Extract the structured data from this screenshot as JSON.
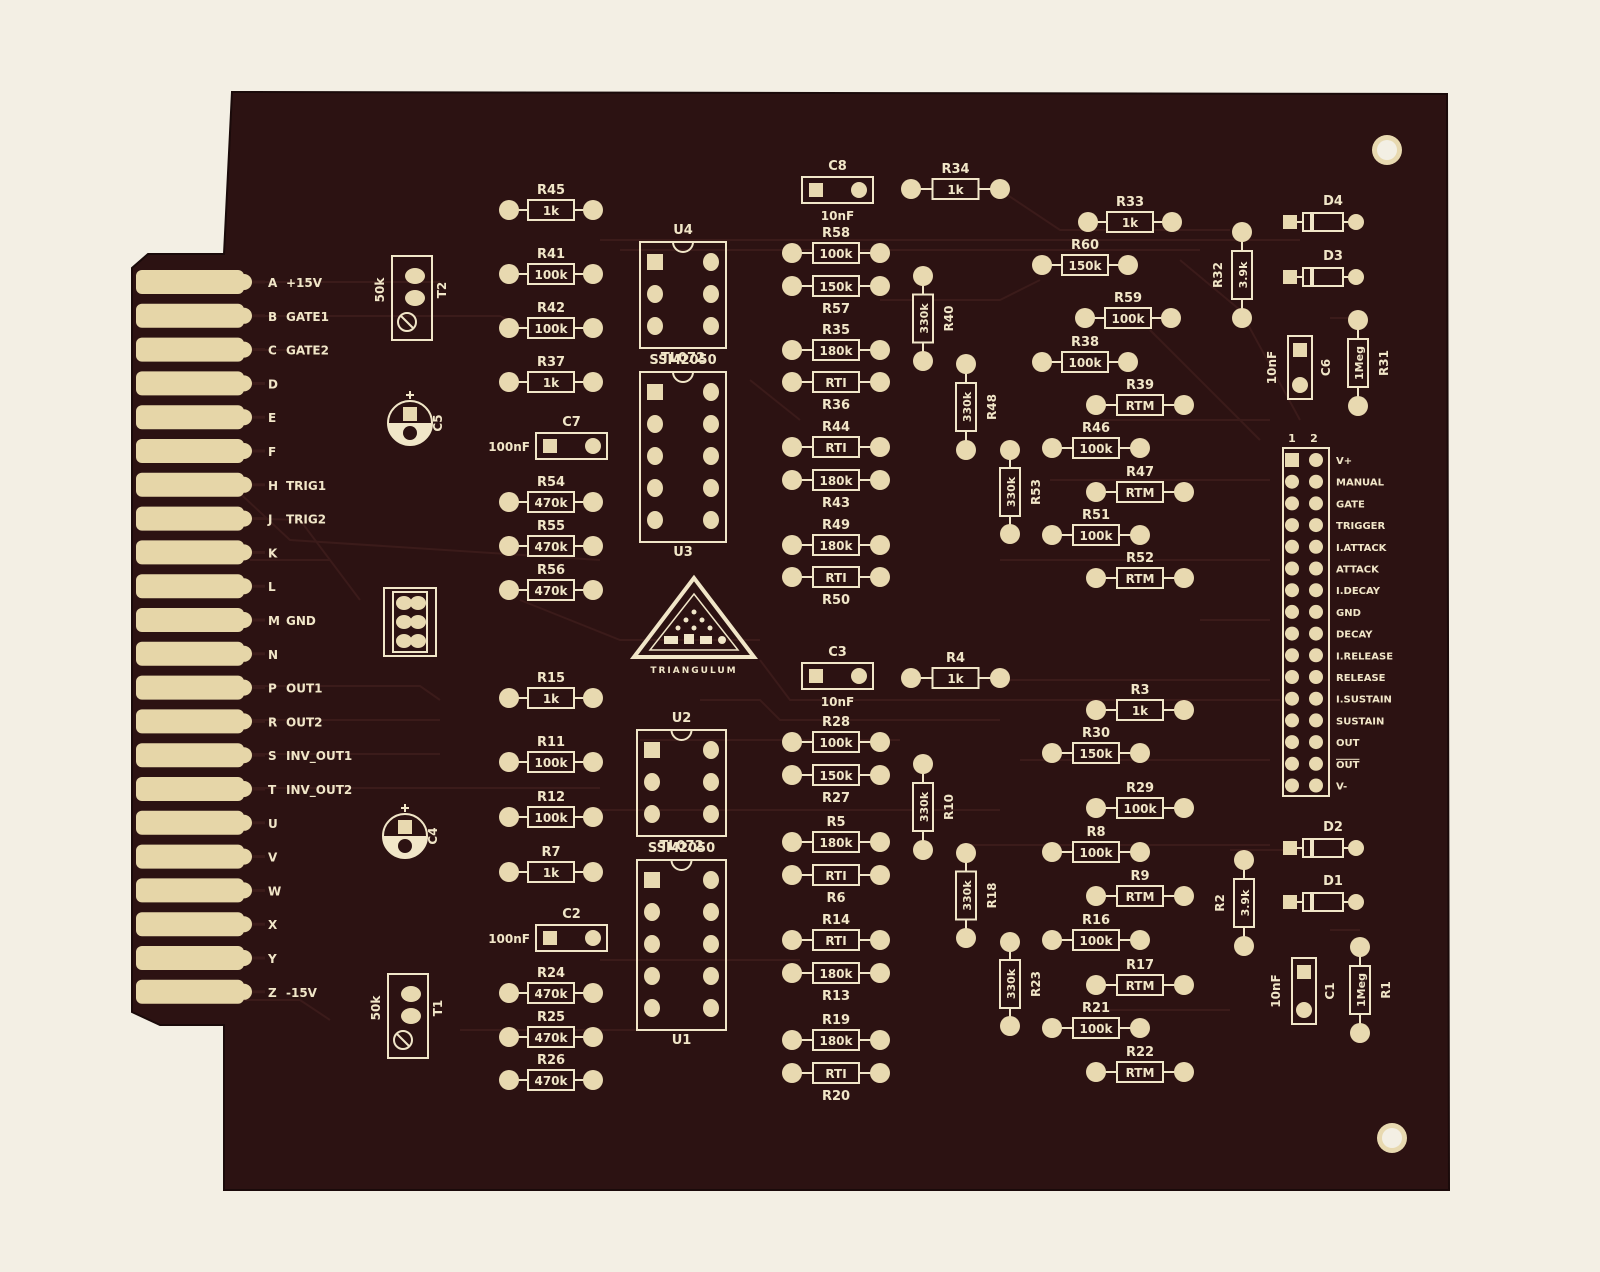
{
  "colors": {
    "background": "#f3efe4",
    "board": "#2c1212",
    "trace": "#3b1b1a",
    "pad": "#e8d9b0",
    "silkscreen": "#f1e6c8",
    "gold_finger": "#e6d6a8"
  },
  "edge_connector": {
    "pins": [
      {
        "letter": "A",
        "signal": "+15V"
      },
      {
        "letter": "B",
        "signal": "GATE1"
      },
      {
        "letter": "C",
        "signal": "GATE2"
      },
      {
        "letter": "D",
        "signal": ""
      },
      {
        "letter": "E",
        "signal": ""
      },
      {
        "letter": "F",
        "signal": ""
      },
      {
        "letter": "H",
        "signal": "TRIG1"
      },
      {
        "letter": "J",
        "signal": "TRIG2"
      },
      {
        "letter": "K",
        "signal": ""
      },
      {
        "letter": "L",
        "signal": ""
      },
      {
        "letter": "M",
        "signal": "GND"
      },
      {
        "letter": "N",
        "signal": ""
      },
      {
        "letter": "P",
        "signal": "OUT1"
      },
      {
        "letter": "R",
        "signal": "OUT2"
      },
      {
        "letter": "S",
        "signal": "INV_OUT1"
      },
      {
        "letter": "T",
        "signal": "INV_OUT2"
      },
      {
        "letter": "U",
        "signal": ""
      },
      {
        "letter": "V",
        "signal": ""
      },
      {
        "letter": "W",
        "signal": ""
      },
      {
        "letter": "X",
        "signal": ""
      },
      {
        "letter": "Y",
        "signal": ""
      },
      {
        "letter": "Z",
        "signal": "-15V"
      }
    ]
  },
  "header": {
    "pin1": "1",
    "pin2": "2",
    "labels": [
      "V+",
      "MANUAL",
      "GATE",
      "TRIGGER",
      "I.ATTACK",
      "ATTACK",
      "I.DECAY",
      "GND",
      "DECAY",
      "I.RELEASE",
      "RELEASE",
      "I.SUSTAIN",
      "SUSTAIN",
      "OUT",
      "OUT",
      "V-"
    ]
  },
  "logo_text": "TRIANGULUM",
  "ics": {
    "U4": {
      "ref": "U4",
      "part": "TL072"
    },
    "U3": {
      "ref": "U3",
      "part": "SSM2050"
    },
    "U2": {
      "ref": "U2",
      "part": "TL072"
    },
    "U1": {
      "ref": "U1",
      "part": "SSM2050"
    }
  },
  "trimmers": {
    "T2": {
      "ref": "T2",
      "value": "50k"
    },
    "T1": {
      "ref": "T1",
      "value": "50k"
    }
  },
  "electrolytic_caps": {
    "C5": {
      "ref": "C5"
    },
    "C4": {
      "ref": "C4"
    }
  },
  "resistors": [
    {
      "ref": "R45",
      "value": "1k"
    },
    {
      "ref": "R41",
      "value": "100k"
    },
    {
      "ref": "R42",
      "value": "100k"
    },
    {
      "ref": "R37",
      "value": "1k"
    },
    {
      "ref": "R54",
      "value": "470k"
    },
    {
      "ref": "R55",
      "value": "470k"
    },
    {
      "ref": "R56",
      "value": "470k"
    },
    {
      "ref": "R15",
      "value": "1k"
    },
    {
      "ref": "R11",
      "value": "100k"
    },
    {
      "ref": "R12",
      "value": "100k"
    },
    {
      "ref": "R7",
      "value": "1k"
    },
    {
      "ref": "R24",
      "value": "470k"
    },
    {
      "ref": "R25",
      "value": "470k"
    },
    {
      "ref": "R26",
      "value": "470k"
    },
    {
      "ref": "R34",
      "value": "1k"
    },
    {
      "ref": "R58",
      "value": "100k"
    },
    {
      "ref": "R57",
      "value": "150k"
    },
    {
      "ref": "R35",
      "value": "180k"
    },
    {
      "ref": "R36",
      "value": "RTI"
    },
    {
      "ref": "R44",
      "value": "RTI"
    },
    {
      "ref": "R43",
      "value": "180k"
    },
    {
      "ref": "R49",
      "value": "180k"
    },
    {
      "ref": "R50",
      "value": "RTI"
    },
    {
      "ref": "R4",
      "value": "1k"
    },
    {
      "ref": "R28",
      "value": "100k"
    },
    {
      "ref": "R27",
      "value": "150k"
    },
    {
      "ref": "R5",
      "value": "180k"
    },
    {
      "ref": "R6",
      "value": "RTI"
    },
    {
      "ref": "R14",
      "value": "RTI"
    },
    {
      "ref": "R13",
      "value": "180k"
    },
    {
      "ref": "R19",
      "value": "180k"
    },
    {
      "ref": "R20",
      "value": "RTI"
    },
    {
      "ref": "R40",
      "value": "330k"
    },
    {
      "ref": "R48",
      "value": "330k"
    },
    {
      "ref": "R53",
      "value": "330k"
    },
    {
      "ref": "R10",
      "value": "330k"
    },
    {
      "ref": "R18",
      "value": "330k"
    },
    {
      "ref": "R23",
      "value": "330k"
    },
    {
      "ref": "R33",
      "value": "1k"
    },
    {
      "ref": "R60",
      "value": "150k"
    },
    {
      "ref": "R59",
      "value": "100k"
    },
    {
      "ref": "R38",
      "value": "100k"
    },
    {
      "ref": "R39",
      "value": "RTM"
    },
    {
      "ref": "R46",
      "value": "100k"
    },
    {
      "ref": "R47",
      "value": "RTM"
    },
    {
      "ref": "R51",
      "value": "100k"
    },
    {
      "ref": "R52",
      "value": "RTM"
    },
    {
      "ref": "R3",
      "value": "1k"
    },
    {
      "ref": "R30",
      "value": "150k"
    },
    {
      "ref": "R29",
      "value": "100k"
    },
    {
      "ref": "R8",
      "value": "100k"
    },
    {
      "ref": "R9",
      "value": "RTM"
    },
    {
      "ref": "R16",
      "value": "100k"
    },
    {
      "ref": "R17",
      "value": "RTM"
    },
    {
      "ref": "R21",
      "value": "100k"
    },
    {
      "ref": "R22",
      "value": "RTM"
    },
    {
      "ref": "R32",
      "value": "3.9k"
    },
    {
      "ref": "R31",
      "value": "1Meg"
    },
    {
      "ref": "R2",
      "value": "3.9k"
    },
    {
      "ref": "R1",
      "value": "1Meg"
    }
  ],
  "capacitors": [
    {
      "ref": "C8",
      "value": "10nF"
    },
    {
      "ref": "C7",
      "value": "100nF"
    },
    {
      "ref": "C3",
      "value": "10nF"
    },
    {
      "ref": "C2",
      "value": "100nF"
    },
    {
      "ref": "C6",
      "value": "10nF"
    },
    {
      "ref": "C1",
      "value": "10nF"
    }
  ],
  "diodes": [
    {
      "ref": "D4"
    },
    {
      "ref": "D3"
    },
    {
      "ref": "D2"
    },
    {
      "ref": "D1"
    }
  ]
}
